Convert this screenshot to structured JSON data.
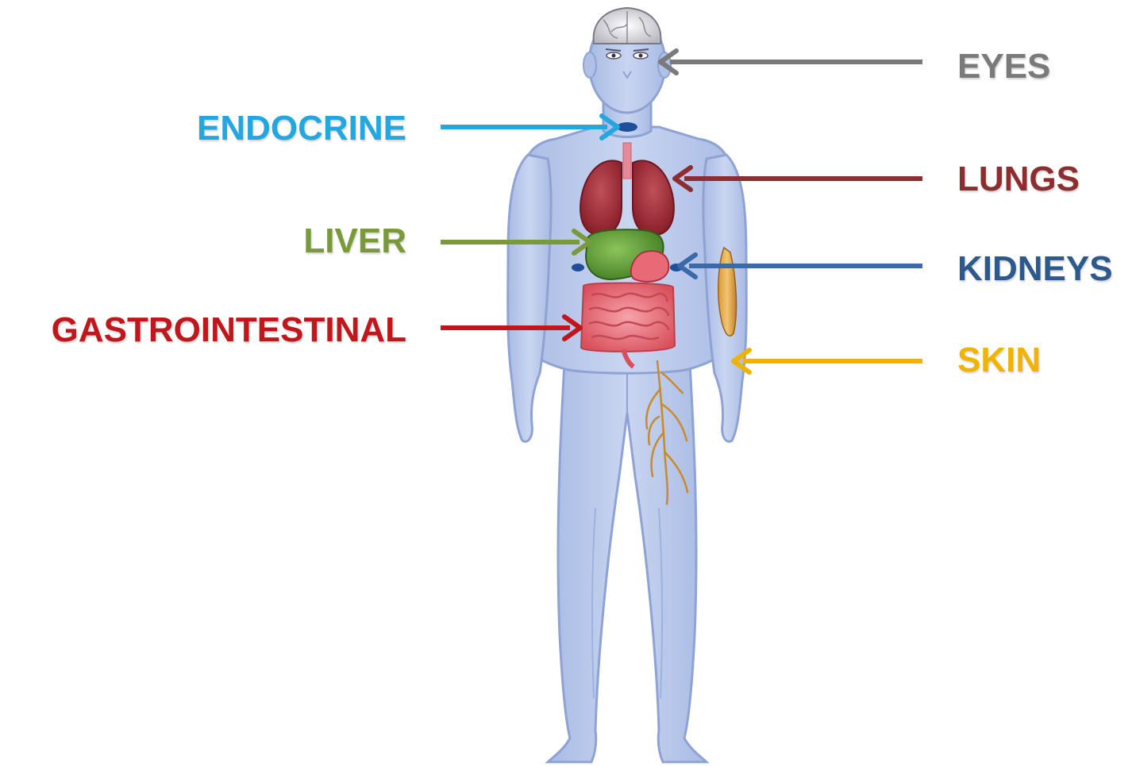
{
  "labels": {
    "eyes": {
      "text": "EYES",
      "color": "#7a7a7a"
    },
    "endocrine": {
      "text": "ENDOCRINE",
      "color": "#22a7e0"
    },
    "lungs": {
      "text": "LUNGS",
      "color": "#8c2d2f"
    },
    "liver": {
      "text": "LIVER",
      "color": "#7a9a3a"
    },
    "kidneys": {
      "text": "KIDNEYS",
      "color": "#2d5a8c"
    },
    "gastrointestinal": {
      "text": "GASTROINTESTINAL",
      "color": "#c0161c"
    },
    "skin": {
      "text": "SKIN",
      "color": "#f0b400"
    }
  },
  "colors": {
    "body_fill": "#b9c8ea",
    "body_outline": "#8ea3d4",
    "body_shade": "#9fb2df"
  }
}
